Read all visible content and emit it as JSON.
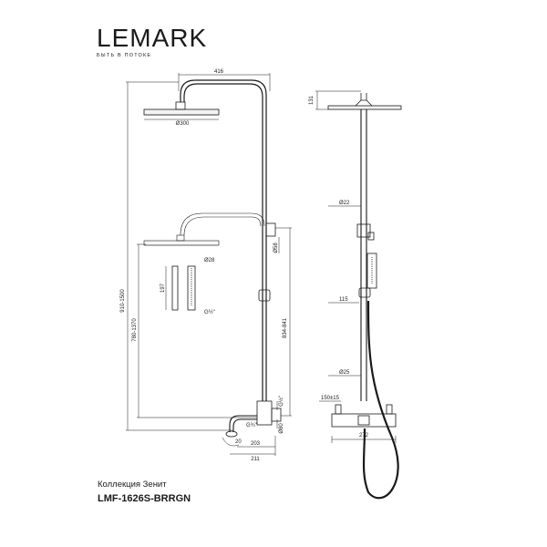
{
  "brand": {
    "name": "LEMARK",
    "tagline": "БЫТЬ В ПОТОКЕ"
  },
  "footer": {
    "collection": "Коллекция Зенит",
    "model": "LMF-1626S-BRRGN"
  },
  "dimensions": {
    "d416": "416",
    "d300": "Ø300",
    "d131": "131",
    "d22": "Ø22",
    "d28": "Ø28",
    "d58": "Ø58",
    "d197": "197",
    "g12a": "G½\"",
    "d910": "910-1500",
    "d780": "780-1370",
    "d834": "834-841",
    "d115": "115",
    "d25": "Ø25",
    "d150": "150±15",
    "g12b": "G½\"",
    "d80": "Ø80",
    "d20": "20",
    "d34": "G¾\"",
    "d203": "203",
    "d211": "211",
    "d272": "272"
  },
  "colors": {
    "line": "#1a1a1a",
    "accent": "#c8102e"
  }
}
